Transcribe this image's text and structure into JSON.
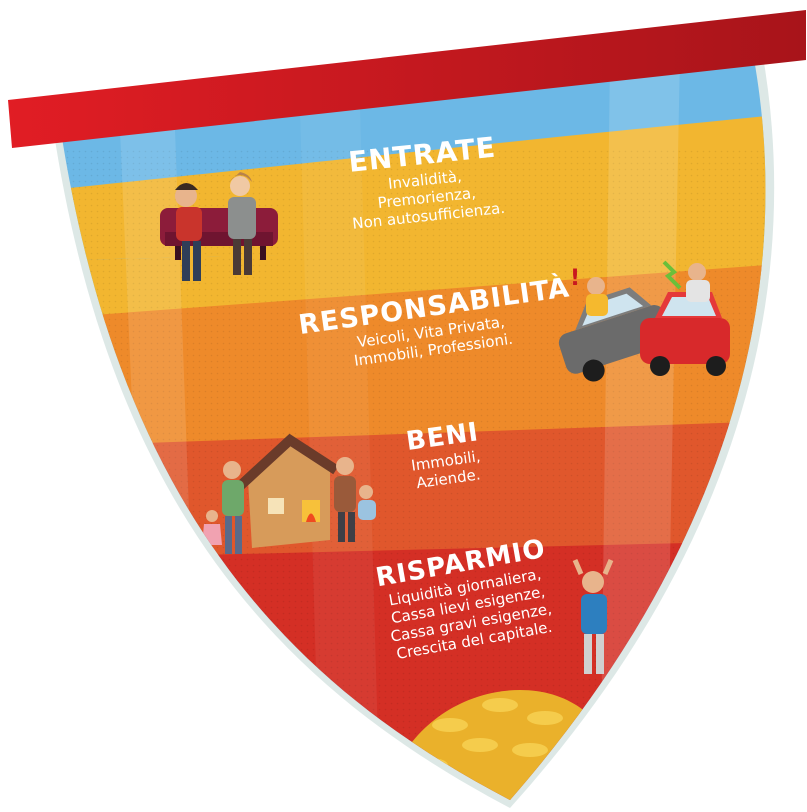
{
  "sections": [
    {
      "title": "ENTRATE",
      "lines": [
        "Invalidità,",
        "Premorienza,",
        "Non autosufficienza."
      ],
      "color": "#f2b630",
      "illustration": "couple-on-sofa-illustration"
    },
    {
      "title": "RESPONSABILITÀ",
      "lines": [
        "Veicoli, Vita Privata,",
        "Immobili, Professioni."
      ],
      "color": "#ee8a2a",
      "illustration": "car-accident-illustration"
    },
    {
      "title": "BENI",
      "lines": [
        "Immobili,",
        "Aziende."
      ],
      "color": "#e0572c",
      "illustration": "burning-house-family-illustration"
    },
    {
      "title": "RISPARMIO",
      "lines": [
        "Liquidità giornaliera,",
        "Cassa lievi esigenze,",
        "Cassa gravi esigenze,",
        "Crescita del capitale."
      ],
      "color": "#d42f25",
      "illustration": "worried-man-coins-illustration"
    }
  ],
  "colors": {
    "banner": "#c8181f",
    "sky": "#6cb8e6",
    "outline": "#dde8e6"
  }
}
